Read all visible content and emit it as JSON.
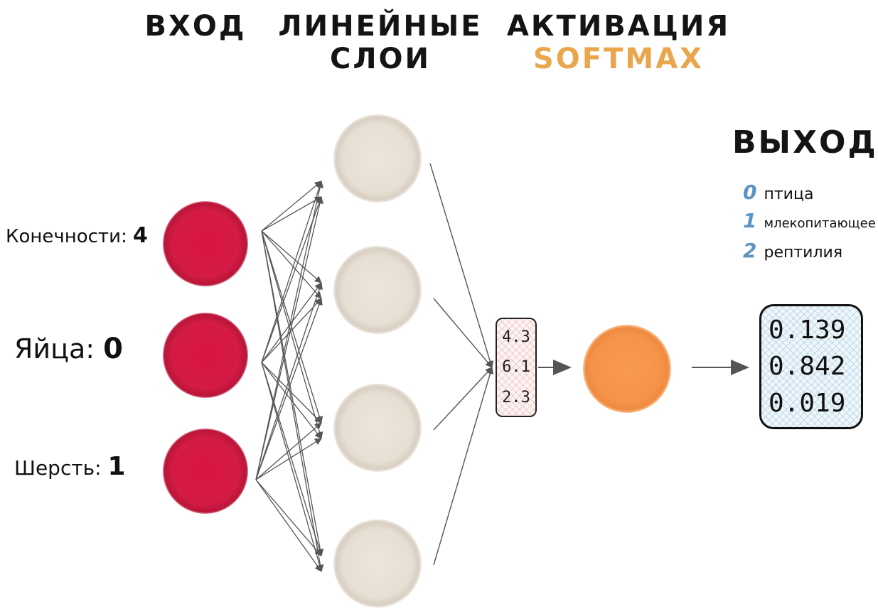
{
  "headers": {
    "input": "ВХОД",
    "linear_line1": "ЛИНЕЙНЫЕ",
    "linear_line2": "СЛОИ",
    "activation": "АКТИВАЦИЯ",
    "activation_fn": "SOFTMAX",
    "output": "ВЫХОД"
  },
  "inputs": [
    {
      "label": "Конечности:",
      "value": "4"
    },
    {
      "label": "Яйца:",
      "value": "0"
    },
    {
      "label": "Шерсть:",
      "value": "1"
    }
  ],
  "class_map": [
    {
      "index": "0",
      "name": "птица"
    },
    {
      "index": "1",
      "name": "млекопитающее"
    },
    {
      "index": "2",
      "name": "рептилия"
    }
  ],
  "logits": [
    "4.3",
    "6.1",
    "2.3"
  ],
  "probabilities": [
    "0.139",
    "0.842",
    "0.019"
  ],
  "colors": {
    "input_node": "#d31b45",
    "linear_node": "#e7dfd3",
    "activation_node": "#f6934a",
    "softmax_accent": "#e9a64c",
    "class_index": "#5b94c4",
    "arrow": "#555555"
  }
}
